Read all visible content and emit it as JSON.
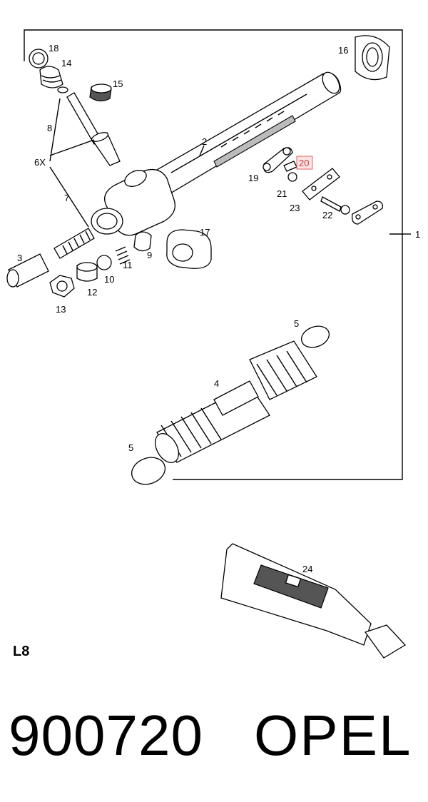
{
  "callouts": {
    "c1": "1",
    "c2": "2",
    "c3": "3",
    "c4": "4",
    "c5a": "5",
    "c5b": "5",
    "c6x": "6X",
    "c7": "7",
    "c8": "8",
    "c9": "9",
    "c10": "10",
    "c11": "11",
    "c12": "12",
    "c13": "13",
    "c14": "14",
    "c15": "15",
    "c16": "16",
    "c17": "17",
    "c18": "18",
    "c19": "19",
    "c20": "20",
    "c21": "21",
    "c22": "22",
    "c23": "23",
    "c24": "24"
  },
  "highlight_color": "#e06060",
  "section_label": "L8",
  "part_number": "900720",
  "brand": "OPEL"
}
